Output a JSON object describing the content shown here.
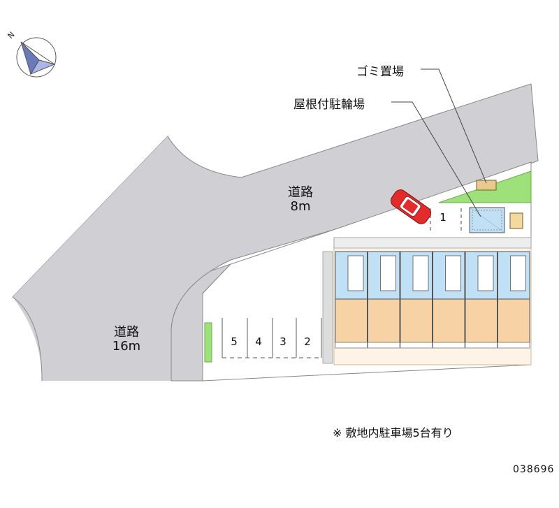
{
  "roads": [
    {
      "name": "道路",
      "width": "8m"
    },
    {
      "name": "道路",
      "width": "16m"
    }
  ],
  "facilities": {
    "garbage": "ゴミ置場",
    "bike_parking": "屋根付駐輪場"
  },
  "parking_slots": [
    "1",
    "2",
    "3",
    "4",
    "5"
  ],
  "note": "※ 敷地内駐車場5台有り",
  "property_code": "038696",
  "compass": {
    "label": "N",
    "icon": "north-arrow-icon"
  },
  "colors": {
    "road": "#d0d0d4",
    "site": "#fdf3e6",
    "unit_upper": "#bfe0f5",
    "unit_lower": "#f7d2a4",
    "green": "#9ee07a",
    "car": "#e32b2b"
  }
}
